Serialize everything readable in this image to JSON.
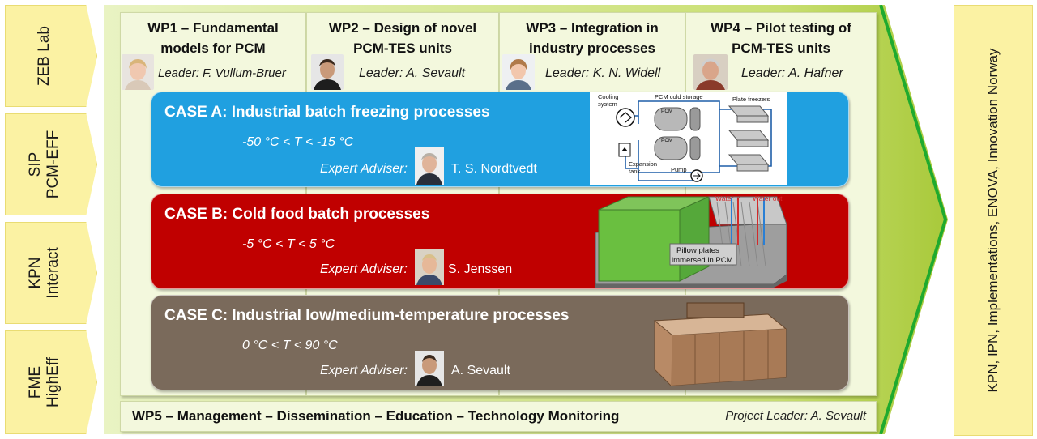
{
  "left_labels": [
    {
      "lines": [
        "ZEB Lab"
      ]
    },
    {
      "lines": [
        "SIP",
        "PCM-EFF"
      ]
    },
    {
      "lines": [
        "KPN",
        "Interact"
      ]
    },
    {
      "lines": [
        "FME",
        "HighEff"
      ]
    }
  ],
  "right_label": "KPN, IPN, Implementations, ENOVA, Innovation Norway",
  "work_packages": [
    {
      "title_1": "WP1 – Fundamental",
      "title_2": "models for PCM",
      "leader": "Leader: F. Vullum-Bruer"
    },
    {
      "title_1": "WP2 – Design of novel",
      "title_2": "PCM-TES units",
      "leader": "Leader: A. Sevault"
    },
    {
      "title_1": "WP3 – Integration in",
      "title_2": "industry processes",
      "leader": "Leader: K. N. Widell"
    },
    {
      "title_1": "WP4 – Pilot testing of",
      "title_2": "PCM-TES units",
      "leader": "Leader: A. Hafner"
    }
  ],
  "cases": [
    {
      "title": "CASE A: Industrial batch freezing processes",
      "temp": "-50 °C < T < -15 °C",
      "adviser_label": "Expert Adviser:",
      "adviser": "T. S. Nordtvedt",
      "color": "#1f9fe0"
    },
    {
      "title": "CASE B: Cold food batch processes",
      "temp": "-5 °C < T < 5 °C",
      "adviser_label": "Expert Adviser:",
      "adviser": "S. Jenssen",
      "color": "#c00000"
    },
    {
      "title": "CASE C: Industrial low/medium-temperature processes",
      "temp": "0 °C < T < 90 °C",
      "adviser_label": "Expert Adviser:",
      "adviser": "A. Sevault",
      "color": "#7a6a5a"
    }
  ],
  "case_a_diagram": {
    "cooling_1": "Cooling",
    "cooling_2": "system",
    "storage": "PCM cold storage",
    "freezers": "Plate freezers",
    "pcm": "PCM",
    "expansion_1": "Expansion",
    "expansion_2": "tank",
    "pump": "Pump"
  },
  "case_b_diagram": {
    "water_in": "Water in",
    "water_out": "Water out",
    "pillow_1": "Pillow plates",
    "pillow_2": "immersed in PCM"
  },
  "wp5": {
    "title": "WP5 – Management – Dissemination – Education – Technology Monitoring",
    "leader": "Project Leader: A. Sevault"
  },
  "colors": {
    "arrow_light": "#e9f3c3",
    "arrow_dark": "#a8c93a",
    "chevron": "#fbf2a3",
    "edge_green": "#1faa2e"
  }
}
